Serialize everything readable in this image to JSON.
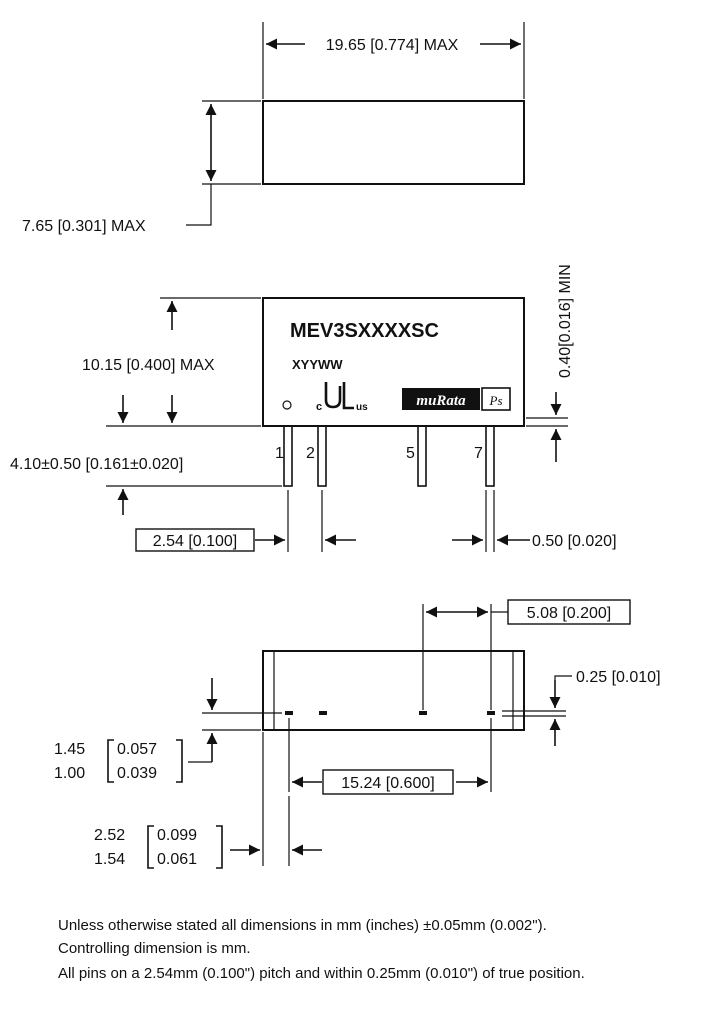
{
  "dimensions": {
    "length_max": "19.65 [0.774] MAX",
    "width_max": "7.65 [0.301] MAX",
    "height_max": "10.15 [0.400] MAX",
    "pin_length": "4.10±0.50 [0.161±0.020]",
    "standoff_min": "0.40[0.016] MIN",
    "pin_pitch": "2.54 [0.100]",
    "pin_width": "0.50 [0.020]",
    "pin_spacing_5_7": "5.08 [0.200]",
    "pin_thickness": "0.25 [0.010]",
    "row_offset_a": "1.45",
    "row_offset_b": "1.00",
    "row_offset_a_in": "0.057",
    "row_offset_b_in": "0.039",
    "span": "15.24 [0.600]",
    "edge_offset_a": "2.52",
    "edge_offset_b": "1.54",
    "edge_offset_a_in": "0.099",
    "edge_offset_b_in": "0.061"
  },
  "component": {
    "part_number": "MEV3SXXXXSC",
    "date_code": "XYYWW",
    "ul_c": "c",
    "ul_us": "us",
    "ul_mark": "UL",
    "logo_brand": "muRata",
    "logo_ps": "Ps"
  },
  "pins": [
    "1",
    "2",
    "5",
    "7"
  ],
  "notes": [
    "Unless otherwise stated all dimensions in mm (inches) ±0.05mm (0.002\").",
    "Controlling dimension is mm.",
    "All pins on a 2.54mm (0.100\") pitch and within 0.25mm (0.010\") of true position."
  ]
}
